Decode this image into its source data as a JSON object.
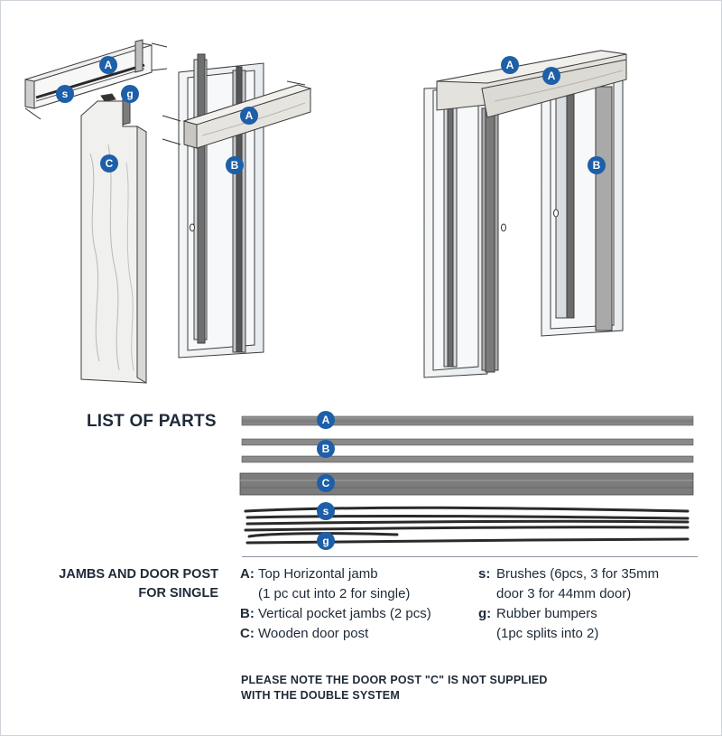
{
  "badges": {
    "a": "A",
    "b": "B",
    "c": "C",
    "s": "s",
    "g": "g"
  },
  "list_of_parts_title": "LIST OF PARTS",
  "section_title_line1": "JAMBS AND DOOR POST",
  "section_title_line2": "FOR SINGLE",
  "parts": [
    {
      "key": "A:",
      "line1": "Top Horizontal jamb",
      "line2": "(1 pc cut into 2 for single)"
    },
    {
      "key": "B:",
      "line1": "Vertical pocket jambs (2 pcs)"
    },
    {
      "key": "C:",
      "line1": "Wooden door post"
    }
  ],
  "parts_right": [
    {
      "key": "s:",
      "line1": "Brushes (6pcs, 3 for 35mm",
      "line2": "door 3 for 44mm door)"
    },
    {
      "key": "g:",
      "line1": "Rubber bumpers",
      "line2": "(1pc splits into 2)"
    }
  ],
  "note_line1": "PLEASE NOTE THE DOOR POST \"C\" IS NOT SUPPLIED",
  "note_line2": "WITH THE DOUBLE SYSTEM",
  "colors": {
    "badge": "#1d5fa8",
    "text": "#1e2a38",
    "jamb_bar": "#8e8e8e",
    "wood": "#ecebe9"
  }
}
